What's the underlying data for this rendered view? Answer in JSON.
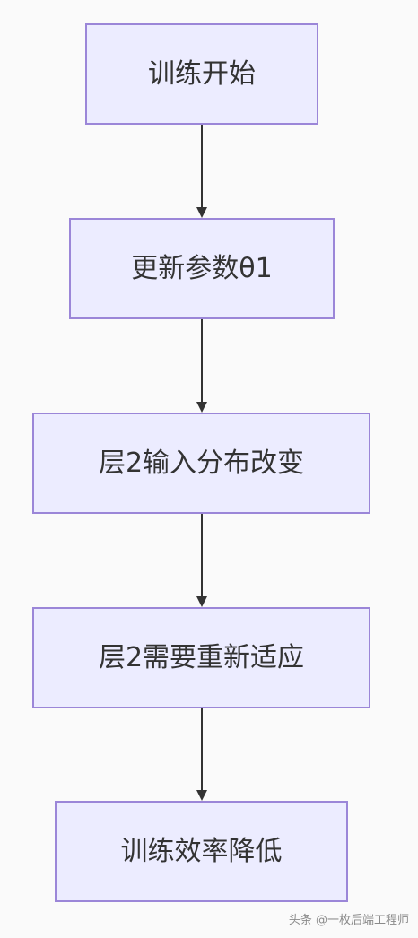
{
  "flowchart": {
    "nodes": [
      {
        "label": "训练开始"
      },
      {
        "label": "更新参数θ1"
      },
      {
        "label": "层2输入分布改变"
      },
      {
        "label": "层2需要重新适应"
      },
      {
        "label": "训练效率降低"
      }
    ],
    "colors": {
      "node_fill": "#ececff",
      "node_border": "#9b86d8",
      "text": "#333333",
      "arrow": "#333333",
      "background": "#fafafa"
    }
  },
  "watermark": {
    "text": "头条 @一枚后端工程师"
  }
}
